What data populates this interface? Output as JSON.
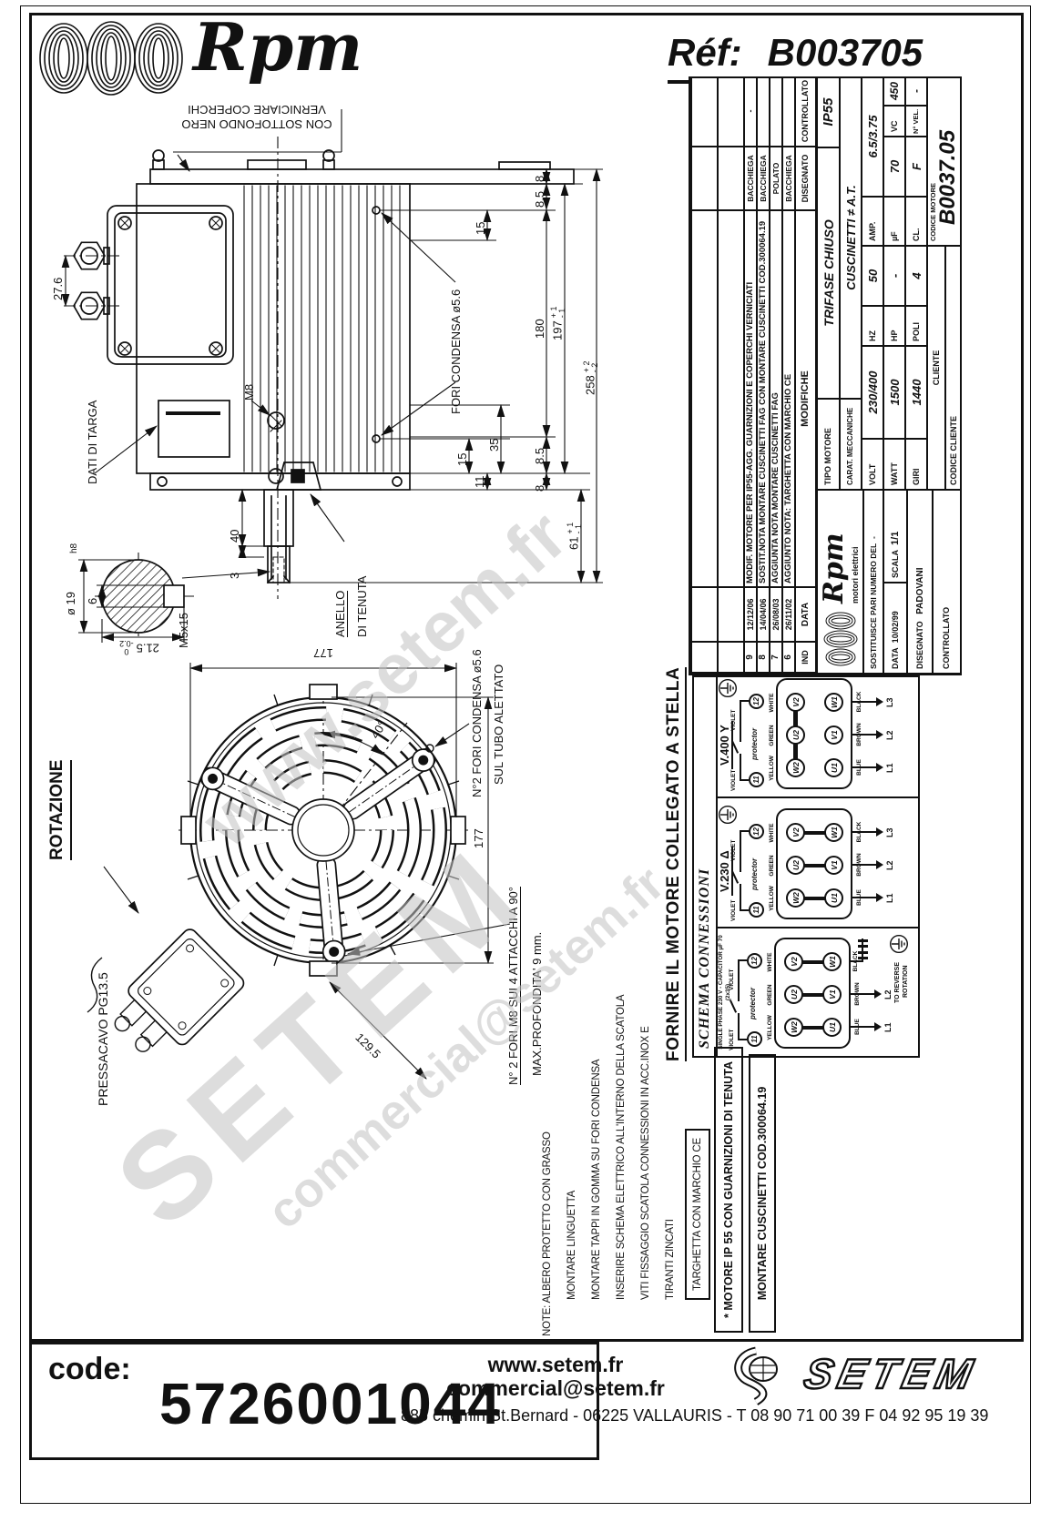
{
  "header": {
    "brand": "Rpm",
    "ref_label": "Réf:",
    "ref_value": "B003705"
  },
  "watermarks": {
    "w1": "www.setem.fr",
    "w2": "SETEM",
    "w3": "commercial@setem.fr"
  },
  "sv": {
    "paint1": "VERNICIARE COPERCHI",
    "paint2": "CON SOTTOFONDO NERO",
    "d27": "27.6",
    "targa": "DATI DI TARGA",
    "m8": "M8",
    "condensa": "FORI CONDENSA ø5.6",
    "d8t": "8",
    "d85t": "8.5",
    "d15t": "15",
    "d180": "180",
    "d197": "197",
    "d197p": "+ 1",
    "d197m": "- 1",
    "d258": "258",
    "d258p": "+ 2",
    "d258m": "- 2",
    "d15b": "15",
    "d35": "35",
    "d85b": "8.5",
    "d11": "11",
    "d8b": "8",
    "d61": "61",
    "d61p": "+ 1",
    "d61m": "- 1",
    "anello1": "ANELLO",
    "anello2": "DI TENUTA",
    "d40": "40",
    "d3": "3",
    "m5": "M5x15"
  },
  "sd": {
    "dia": "ø 19",
    "fit": "h8",
    "key": "6",
    "d215": "21.5",
    "d215p": "0",
    "d215m": "-0.2"
  },
  "ev": {
    "rot": "ROTAZIONE",
    "press": "PRESSACAVO PG13.5",
    "d177t": "177",
    "d177r": "177",
    "a40": "40°",
    "d1295": "129.5",
    "cond1": "N°2 FORI CONDENSA ø5.6",
    "cond2": "SUL TUBO ALETTATO",
    "m81": "N° 2 FORI M8 SUI 4 ATTACCHI A 90°",
    "m82": "MAX.PROFONDITA' 9 mm."
  },
  "tb": {
    "revisions": [
      {
        "ind": "9",
        "date": "12/12/06",
        "desc": "MODIF. MOTORE PER IP55-AGG. GUARNIZIONI E COPERCHI VERNICIATI",
        "drawn": "BACCHIEGA",
        "checked": "-"
      },
      {
        "ind": "8",
        "date": "14/04/06",
        "desc": "SOSTIT.NOTA MONTARE CUSCINETTI FAG CON MONTARE CUSCINETTI COD.300064.19",
        "drawn": "BACCHIEGA",
        "checked": ""
      },
      {
        "ind": "7",
        "date": "26/08/03",
        "desc": "AGGIUNTA NOTA MONTARE CUSCINETTI FAG",
        "drawn": "POLATO",
        "checked": ""
      },
      {
        "ind": "6",
        "date": "26/11/02",
        "desc": "AGGIUNTO NOTA: TARGHETTA CON MARCHIO CE",
        "drawn": "BACCHIEGA",
        "checked": ""
      }
    ],
    "rev_header": {
      "ind": "IND",
      "date": "DATA",
      "desc": "MODIFICHE",
      "drawn": "DISEGNATO",
      "checked": "CONTROLLATO"
    },
    "brand": "Rpm",
    "brand_sub": "motori elettrici",
    "sost_label": "SOSTITUISCE PARI NUMERO DEL",
    "sost_value": "-",
    "data_label": "DATA",
    "data_value": "10/02/99",
    "scala_label": "SCALA",
    "scala_value": "1/1",
    "dis_label": "DISEGNATO",
    "dis_value": "PADOVANI",
    "ctrl_label": "CONTROLLATO",
    "tipo_label": "TIPO MOTORE",
    "tipo_value": "TRIFASE CHIUSO",
    "ip": "IP55",
    "carat_label": "CARAT. MECCANICHE",
    "carat_value": "CUSCINETTI ≠ A.T.",
    "volt_l": "VOLT",
    "volt_v": "230/400",
    "hz_l": "HZ",
    "hz_v": "50",
    "amp_l": "AMP.",
    "amp_v": "6.5/3.75",
    "watt_l": "WATT",
    "watt_v": "1500",
    "hp_l": "HP",
    "hp_v": "-",
    "uf_l": "µF",
    "uf_v": "70",
    "vc_l": "VC",
    "vc_v": "450",
    "giri_l": "GIRI",
    "giri_v": "1440",
    "poli_l": "POLI",
    "poli_v": "4",
    "cl_l": "CL.",
    "cl_v": "F",
    "nvel_l": "N° VEL.",
    "nvel_v": "-",
    "cliente": "CLIENTE",
    "cod_cliente": "CODICE CLIENTE",
    "cod_motore_l": "CODICE MOTORE",
    "cod_motore_v": "B0037.05"
  },
  "schema": {
    "title": "SCHEMA CONNESSIONI",
    "fornire": "FORNIRE IL MOTORE COLLEGATO A STELLA",
    "y_title": "V.400 Y",
    "d_title": "V.230 Δ",
    "single_title": "SINGLE PHASE 230 V - CAPACITOR µF 70 (2x35)",
    "reverse1": "TO REVERSE",
    "reverse2": "ROTATION",
    "protector": "protector",
    "violet": "VIOLET",
    "t11": "11",
    "t12": "12",
    "w2": "W2",
    "u2": "U2",
    "v2": "V2",
    "u1": "U1",
    "v1": "V1",
    "w1": "W1",
    "yellow": "YELLOW",
    "green": "GREEN",
    "white": "WHITE",
    "blue": "BLUE",
    "brown": "BROWN",
    "black": "BLACK",
    "l1": "L1",
    "l2": "L2",
    "l3": "L3"
  },
  "notes": {
    "l1": "NOTE: ALBERO PROTETTO CON GRASSO",
    "l2": "MONTARE LINGUETTA",
    "l3": "MONTARE TAPPI IN GOMMA SU FORI CONDENSA",
    "l4": "INSERIRE SCHEMA ELETTRICO ALL'INTERNO DELLA SCATOLA",
    "l5": "VITI FISSAGGIO SCATOLA CONNESSIONI IN ACC.INOX E",
    "l6": "TIRANTI ZINCATI",
    "l7": "TARGHETTA CON MARCHIO CE",
    "star1": "* MOTORE IP 55 CON GUARNIZIONI DI TENUTA",
    "star2": "MONTARE CUSCINETTI COD.300064.19"
  },
  "footer": {
    "code_label": "code:",
    "code_value": "5726001044",
    "web": "www.setem.fr",
    "email": "commercial@setem.fr",
    "address": "885 chemin St.Bernard  -  06225 VALLAURIS  -  T 08 90 71 00 39   F 04 92 95 19 39",
    "logo_text": "SETEM"
  }
}
